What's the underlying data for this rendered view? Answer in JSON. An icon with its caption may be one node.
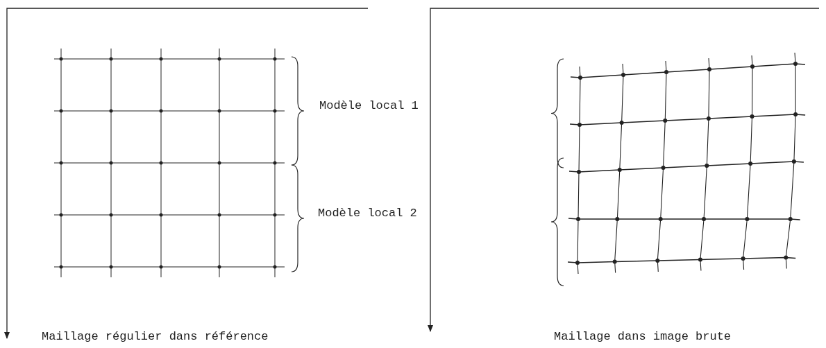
{
  "diagram": {
    "labels": [
      "Modèle local 1",
      "Modèle local 2",
      "Maillage régulier dans référence",
      "Maillage dans image brute"
    ]
  }
}
